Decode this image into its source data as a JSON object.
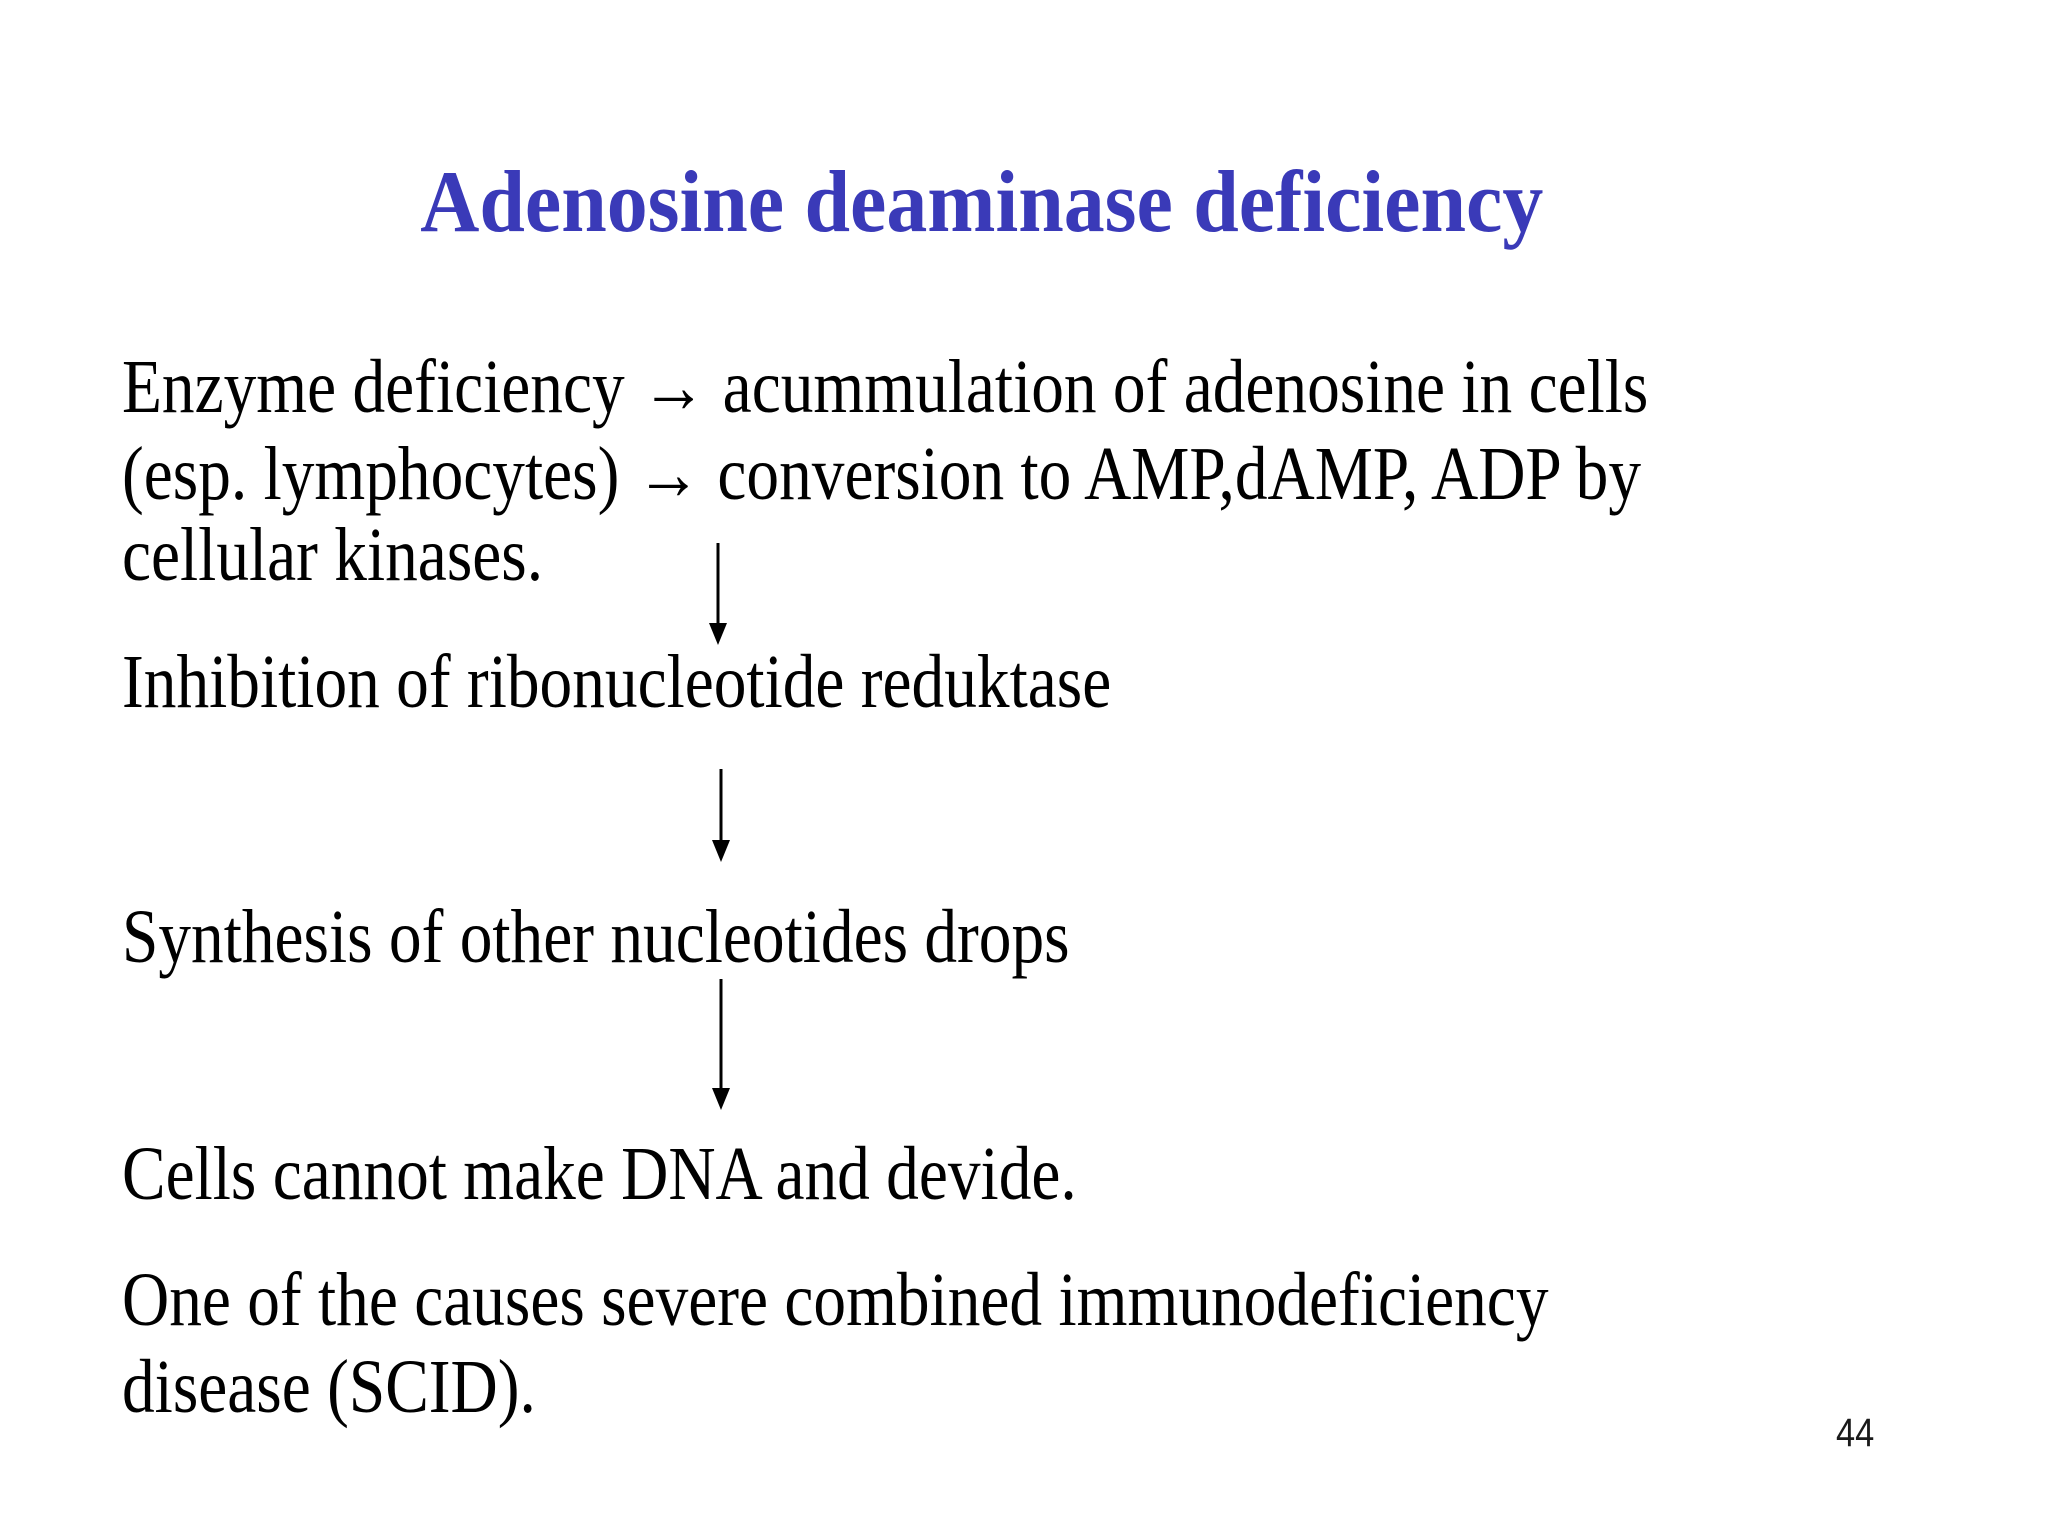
{
  "slide": {
    "title": "Adenosine deaminase deficiency",
    "title_color": "#3a3ab8",
    "text_color": "#000000",
    "background_color": "#ffffff",
    "paragraph1": {
      "lines": [
        "Enzyme deficiency → acummulation of adenosine in cells",
        "(esp. lymphocytes) → conversion to AMP,dAMP, ADP by",
        "cellular kinases."
      ]
    },
    "step_inhibition": "Inhibition of ribonucleotide reduktase",
    "step_synthesis": "Synthesis of other nucleotides drops",
    "step_cells": "Cells cannot make DNA and devide.",
    "paragraph2": {
      "lines": [
        "One of the causes severe combined immunodeficiency",
        "disease (SCID)."
      ]
    },
    "flow": [
      {
        "from": "paragraph1",
        "to": "step_inhibition",
        "connector": "down-arrow"
      },
      {
        "from": "step_inhibition",
        "to": "step_synthesis",
        "connector": "down-arrow"
      },
      {
        "from": "step_synthesis",
        "to": "step_cells",
        "connector": "down-arrow"
      }
    ],
    "page_number": "44"
  }
}
